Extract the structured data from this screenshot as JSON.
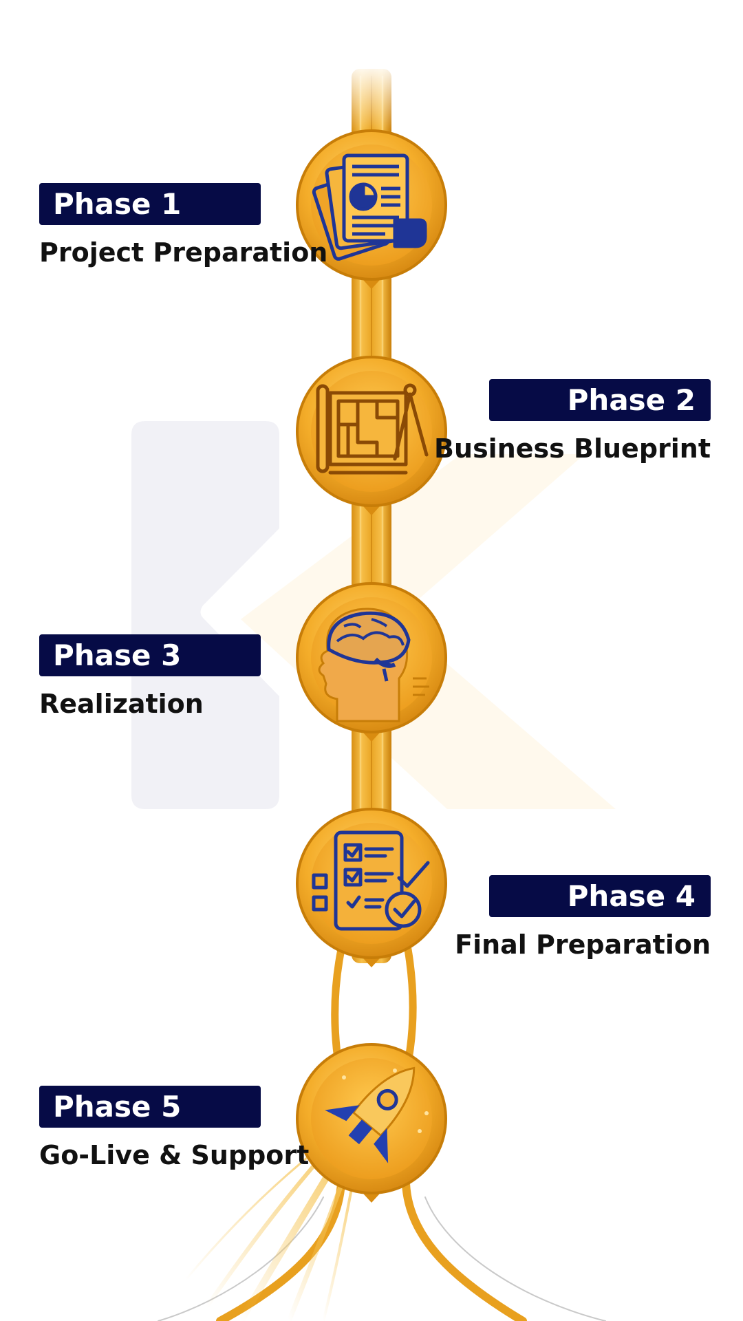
{
  "colors": {
    "badge_background": "#060b46",
    "badge_text": "#ffffff",
    "title_text": "#111111",
    "gold": "#f1a81f",
    "gold_dark": "#c77d08",
    "icon_blue": "#1f3596",
    "watermark_gray": "#ececf3",
    "watermark_orange": "#fff8ee"
  },
  "phases": [
    {
      "badge": "Phase 1",
      "title": "Project Preparation",
      "side": "left",
      "icon": "document-report-icon"
    },
    {
      "badge": "Phase 2",
      "title": "Business Blueprint",
      "side": "right",
      "icon": "blueprint-compass-icon"
    },
    {
      "badge": "Phase 3",
      "title": "Realization",
      "side": "left",
      "icon": "head-brain-icon"
    },
    {
      "badge": "Phase 4",
      "title": "Final Preparation",
      "side": "right",
      "icon": "checklist-icon"
    },
    {
      "badge": "Phase 5",
      "title": "Go-Live & Support",
      "side": "left",
      "icon": "rocket-icon"
    }
  ],
  "watermark": {
    "icon": "logo-watermark-icon"
  }
}
